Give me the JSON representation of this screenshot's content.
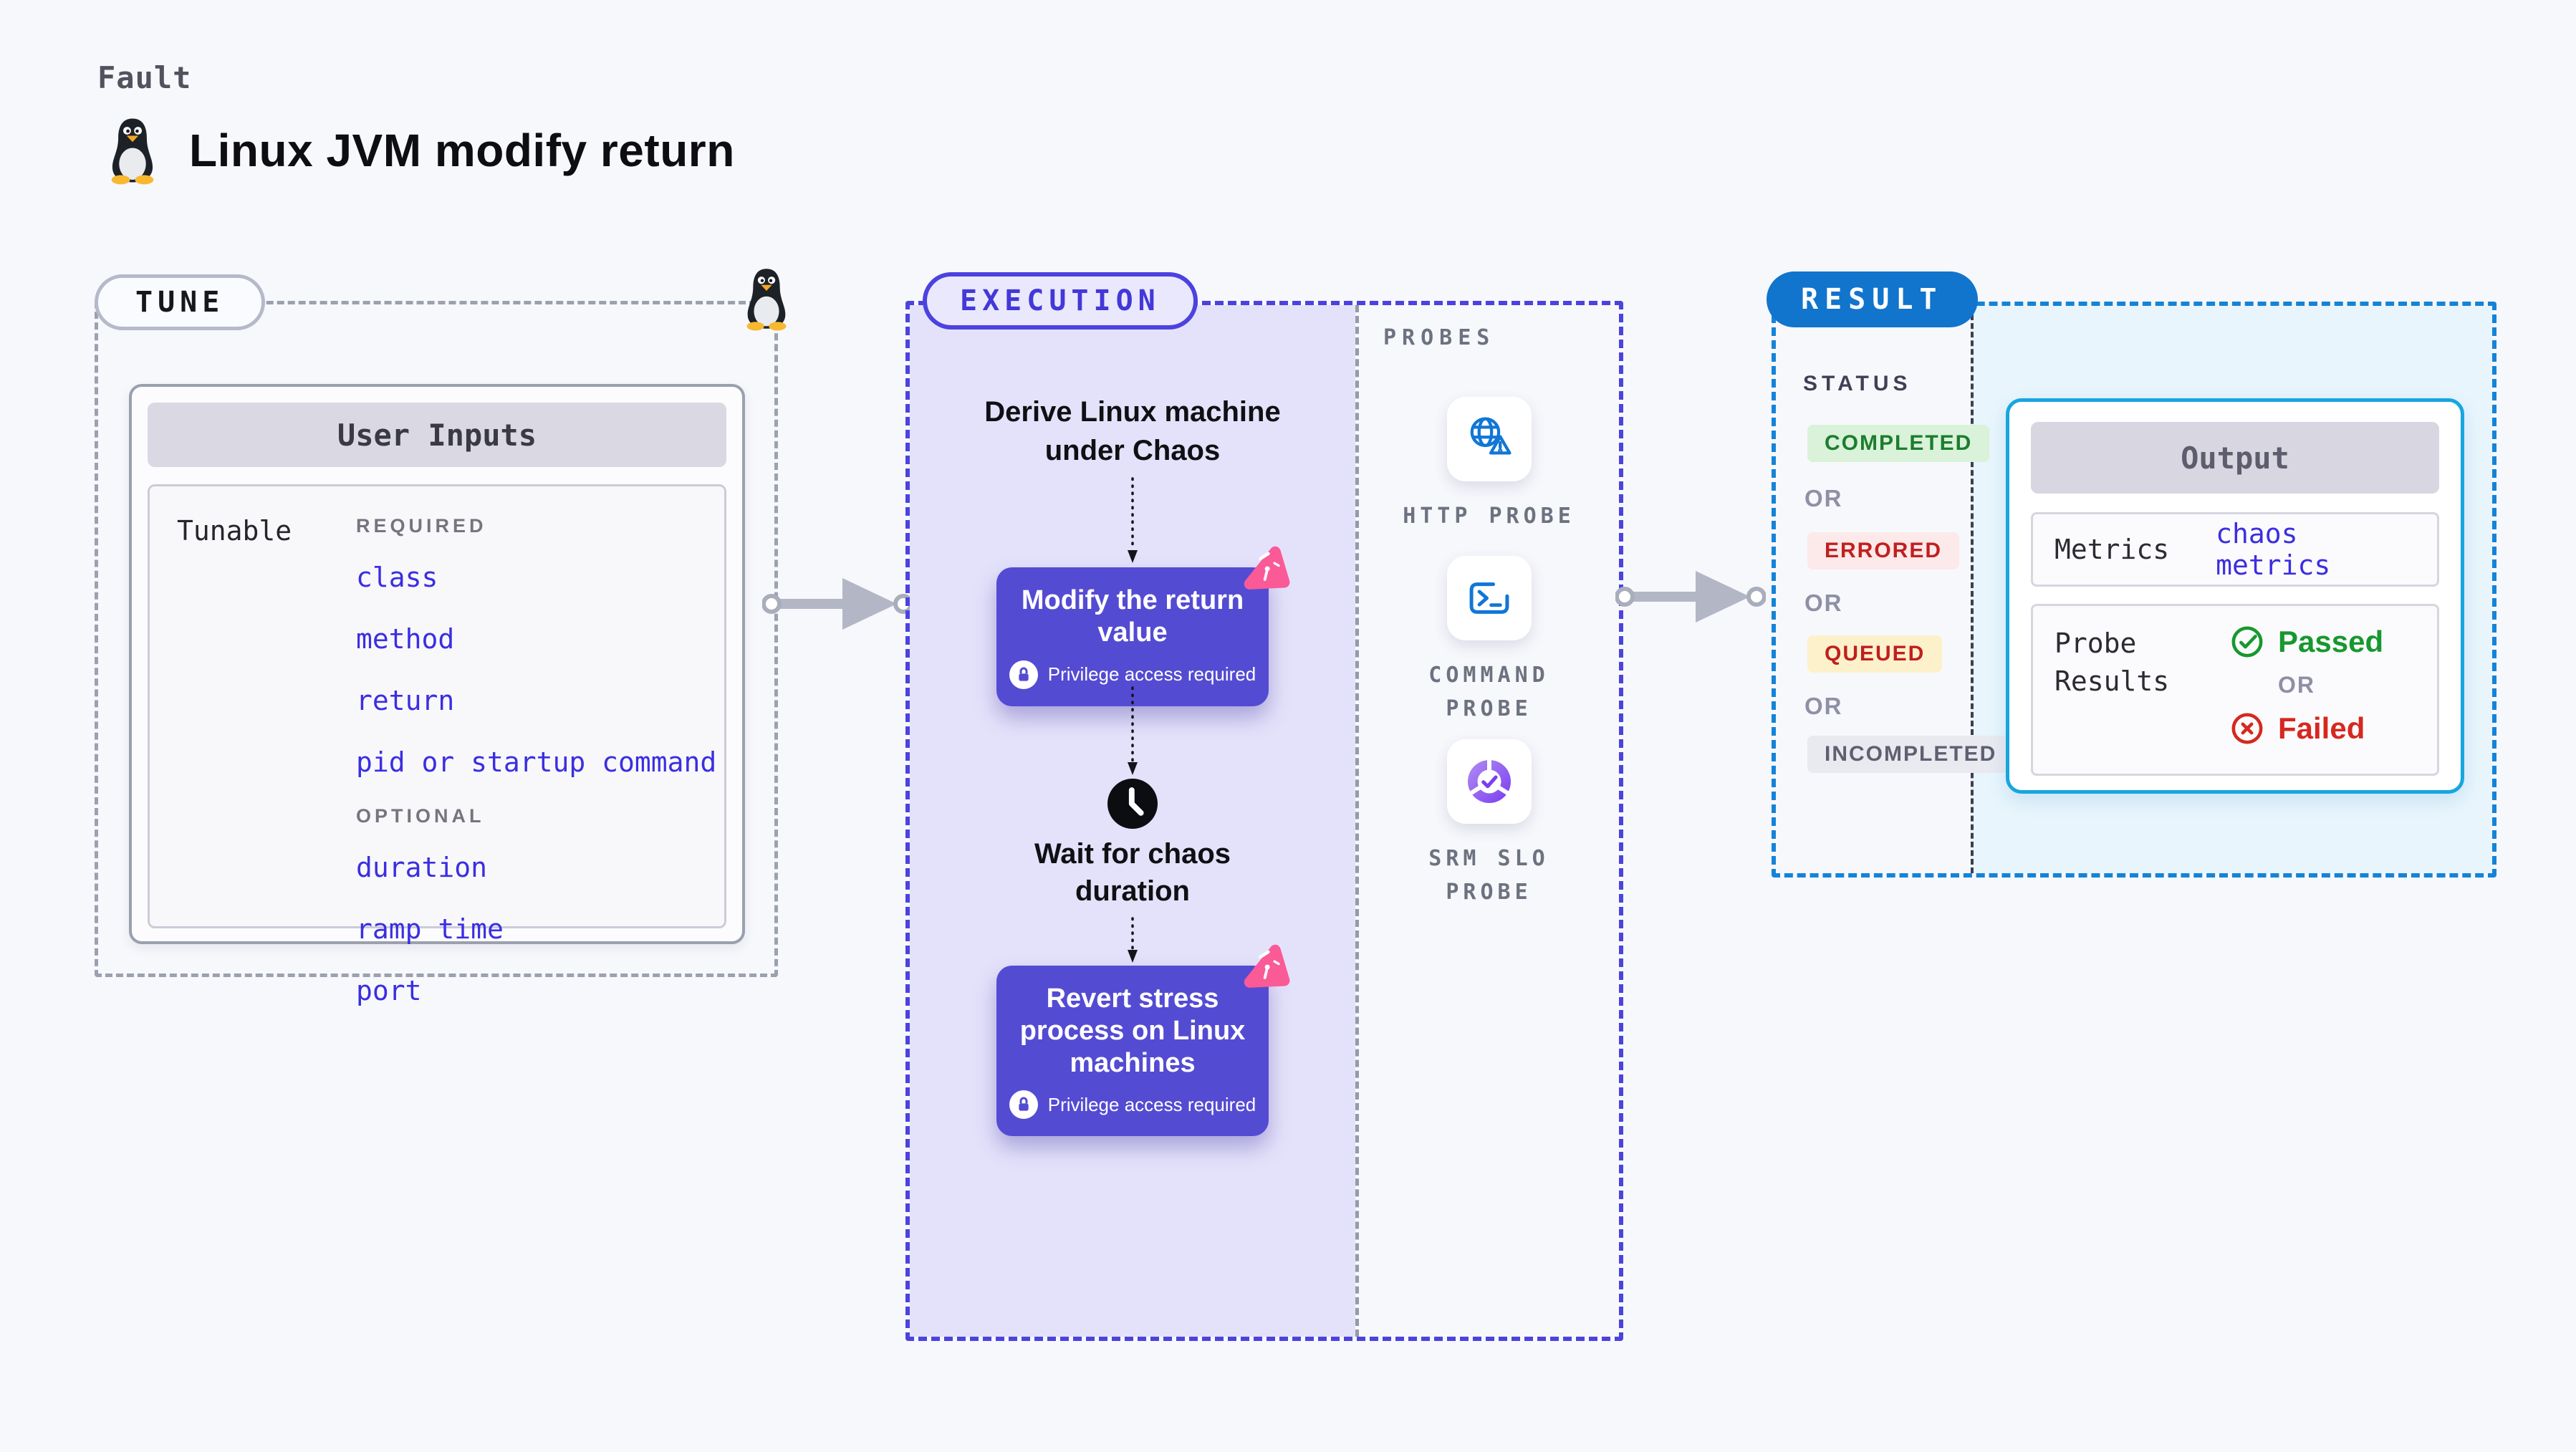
{
  "header": {
    "fault_label": "Fault",
    "title": "Linux JVM modify return",
    "title_icon": "tux-penguin-icon"
  },
  "tune": {
    "badge": "TUNE",
    "corner_icon": "tux-penguin-icon",
    "user_inputs": {
      "title": "User Inputs",
      "row_label": "Tunable",
      "required_label": "REQUIRED",
      "required_items": [
        "class",
        "method",
        "return",
        "pid or startup command"
      ],
      "optional_label": "OPTIONAL",
      "optional_items": [
        "duration",
        "ramp time",
        "port"
      ]
    }
  },
  "execution": {
    "badge": "EXECUTION",
    "steps": {
      "derive": "Derive Linux machine under Chaos",
      "modify": "Modify the return value",
      "modify_note": "Privilege access required",
      "wait": "Wait for chaos duration",
      "revert": "Revert stress process on Linux machines",
      "revert_note": "Privilege access required"
    }
  },
  "probes": {
    "label": "PROBES",
    "items": [
      {
        "label": "HTTP PROBE",
        "icon": "globe-alert-icon"
      },
      {
        "label": "COMMAND PROBE",
        "icon": "terminal-icon"
      },
      {
        "label": "SRM SLO PROBE",
        "icon": "slo-donut-check-icon"
      }
    ]
  },
  "result": {
    "badge": "RESULT",
    "status_label": "STATUS",
    "or_label": "OR",
    "statuses": [
      {
        "label": "COMPLETED",
        "text_color": "#1c7d2e",
        "bg_color": "#d9f2d9"
      },
      {
        "label": "ERRORED",
        "text_color": "#c02020",
        "bg_color": "#fce9e9"
      },
      {
        "label": "QUEUED",
        "text_color": "#bf1f1f",
        "bg_color": "#fdf1cb"
      },
      {
        "label": "INCOMPLETED",
        "text_color": "#5f5f72",
        "bg_color": "#e9e9f0"
      }
    ],
    "output": {
      "title": "Output",
      "metrics_label": "Metrics",
      "metrics_value": "chaos metrics",
      "probe_results_label": "Probe Results",
      "passed_label": "Passed",
      "failed_label": "Failed"
    }
  },
  "colors": {
    "page_background": "#f7f8fc",
    "execution_fill": "#e4e2fa",
    "execution_border": "#4c43df",
    "action_box": "#544bd3",
    "chaos_pin_pink": "#fa5a96",
    "link_indigo": "#3b2ee2",
    "result_border": "#1583d8",
    "result_pill": "#1174cd",
    "output_border": "#17a6e0",
    "output_panel": "#e8f5fc",
    "passed_green": "#17982e",
    "failed_red": "#d6281f",
    "arrow_gray": "#b3b6c5",
    "probe_icon_blue": "#1176d6"
  }
}
